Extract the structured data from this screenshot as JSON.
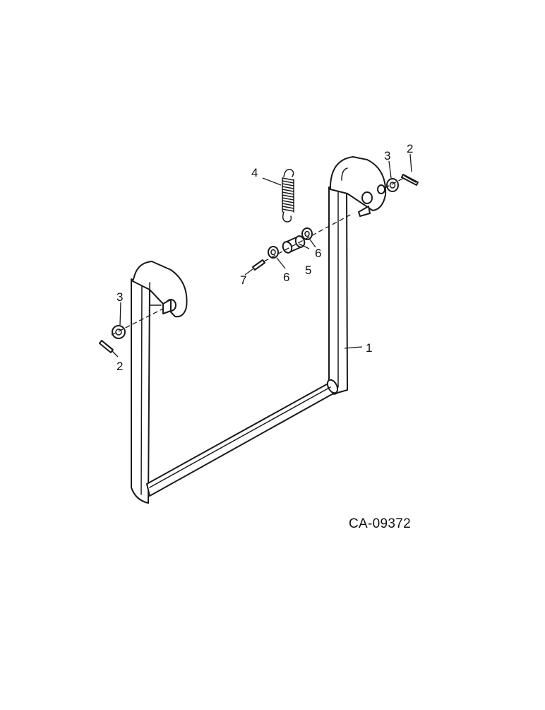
{
  "drawing_code": "CA-09372",
  "callouts": {
    "part_1": "1",
    "part_2_left": "2",
    "part_2_right": "2",
    "part_3_left": "3",
    "part_3_right": "3",
    "part_4": "4",
    "part_5": "5",
    "part_6_lower": "6",
    "part_6_upper": "6",
    "part_7": "7"
  }
}
